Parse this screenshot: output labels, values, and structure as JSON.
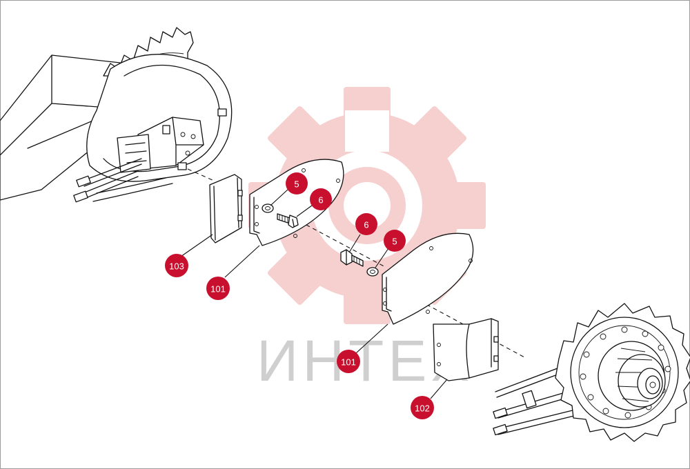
{
  "colors": {
    "callout": "#c8102e",
    "watermark_gear": "#f6caca",
    "watermark_text": "#cfcfcf",
    "line": "#111111"
  },
  "watermark": {
    "logo": "gear-logo",
    "text": "ИНТЕХ"
  },
  "callouts": [
    {
      "id": "c-5a",
      "label": "5"
    },
    {
      "id": "c-6a",
      "label": "6"
    },
    {
      "id": "c-6b",
      "label": "6"
    },
    {
      "id": "c-5b",
      "label": "5"
    },
    {
      "id": "c-103",
      "label": "103"
    },
    {
      "id": "c-101a",
      "label": "101"
    },
    {
      "id": "c-101b",
      "label": "101"
    },
    {
      "id": "c-102",
      "label": "102"
    }
  ]
}
